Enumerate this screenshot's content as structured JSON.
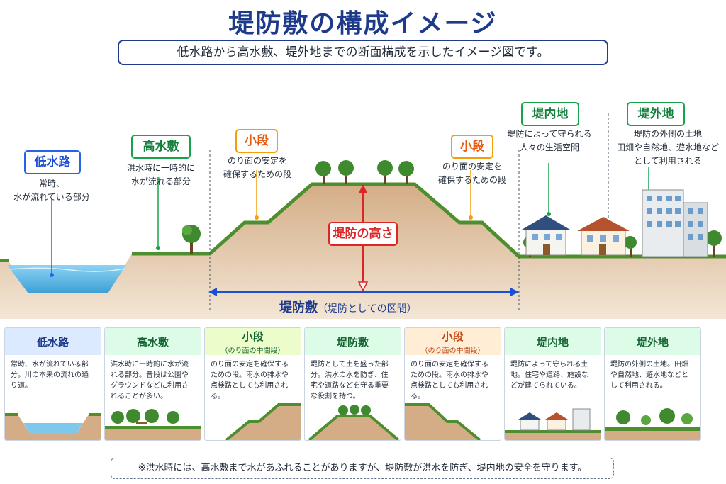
{
  "title": "堤防敷の構成イメージ",
  "subtitle": "低水路から高水敷、堤外地までの断面構成を示したイメージ図です。",
  "labels": {
    "lowflow": {
      "name": "低水路",
      "desc": "常時、\n水が流れている部分"
    },
    "highflow": {
      "name": "高水敷",
      "desc": "洪水時に一時的に\n水が流れる部分"
    },
    "kodan_left": {
      "name": "小段",
      "desc": "のり面の安定を\n確保するための段"
    },
    "kodan_right": {
      "name": "小段",
      "desc": "のり面の安定を\n確保するための段"
    },
    "teinaichi": {
      "name": "堤内地",
      "desc": "堤防によって守られる\n人々の生活空間"
    },
    "teigaichi": {
      "name": "堤外地",
      "desc": "堤防の外側の土地\n田畑や自然地、遊水地など\nとして利用される"
    },
    "height": "堤防の高さ",
    "span_main": "堤防敷",
    "span_sub": "（堤防としての区間）"
  },
  "cards": [
    {
      "title": "低水路",
      "sub": "",
      "text": "常時、水が流れている部分。川の本来の流れの通り道。"
    },
    {
      "title": "高水敷",
      "sub": "",
      "text": "洪水時に一時的に水が流れる部分。普段は公園やグラウンドなどに利用されることが多い。"
    },
    {
      "title": "小段",
      "sub": "（のり面の中間段）",
      "text": "のり面の安定を確保するための段。雨水の排水や点検路としても利用される。"
    },
    {
      "title": "堤防敷",
      "sub": "",
      "text": "堤防として土を盛った部分。洪水の水を防ぎ、住宅や道路などを守る重要な役割を持つ。"
    },
    {
      "title": "小段",
      "sub": "（のり面の中間段）",
      "text": "のり面の安定を確保するための段。雨水の排水や点検路としても利用される。"
    },
    {
      "title": "堤内地",
      "sub": "",
      "text": "堤防によって守られる土地。住宅や道路、施設などが建てられている。"
    },
    {
      "title": "堤外地",
      "sub": "",
      "text": "堤防の外側の土地。田畑や自然地、遊水地などとして利用される。"
    }
  ],
  "note": "※洪水時には、高水敷まで水があふれることがありますが、堤防敷が洪水を防ぎ、堤内地の安全を守ります。",
  "colors": {
    "navy": "#1e3a8a",
    "blue": "#2563eb",
    "green": "#16a34a",
    "orange": "#f59e0b",
    "red": "#dc2626",
    "soil": "#c9a27c",
    "grass": "#4d8f2f",
    "water": "#7ec8ee"
  }
}
